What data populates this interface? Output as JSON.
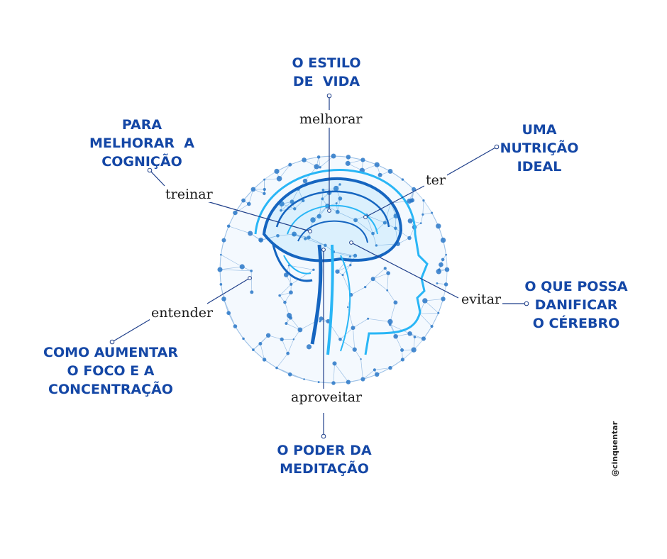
{
  "colors": {
    "label_blue": "#1447a6",
    "connector": "#1f3f8a",
    "brain_dark": "#1565c0",
    "brain_light": "#29b6f6",
    "net_node": "#2a78c8",
    "net_line": "#8ab4e0"
  },
  "center_image": "brain-network-sphere",
  "branches": [
    {
      "id": "style",
      "verb": "melhorar",
      "goal": "O ESTILO\nDE  VIDA"
    },
    {
      "id": "nutrition",
      "verb": "ter",
      "goal": "UMA\nNUTRIÇÃO\nIDEAL"
    },
    {
      "id": "harm",
      "verb": "evitar",
      "goal": "O QUE POSSA\nDANIFICAR\nO CÉREBRO"
    },
    {
      "id": "meditation",
      "verb": "aproveitar",
      "goal": "O PODER DA\nMEDITAÇÃO"
    },
    {
      "id": "focus",
      "verb": "entender",
      "goal": "COMO AUMENTAR\nO FOCO E A\nCONCENTRAÇÃO"
    },
    {
      "id": "cognition",
      "verb": "treinar",
      "goal": "PARA\nMELHORAR  A\nCOGNIÇÃO"
    }
  ],
  "handle": "@cinquentar"
}
